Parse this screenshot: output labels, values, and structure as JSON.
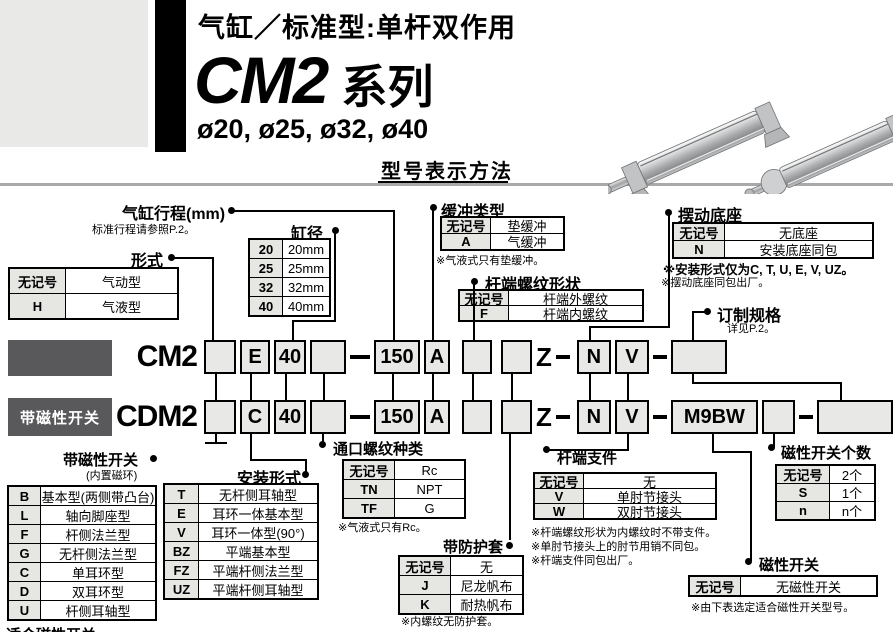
{
  "header": {
    "subtitle": "气缸／标准型:单杆双作用",
    "series_code": "CM2",
    "series_suffix": "系列",
    "bores": "ø20, ø25, ø32, ø40",
    "section_title": "型号表示方法"
  },
  "model_rows": {
    "cm2": {
      "name": "CM2",
      "segments": [
        {
          "t": "box",
          "v": "",
          "w": 32
        },
        {
          "t": "box",
          "v": "E",
          "w": 30
        },
        {
          "t": "box",
          "v": "40",
          "w": 32
        },
        {
          "t": "box",
          "v": "",
          "w": 36
        },
        {
          "t": "dash",
          "w": 20
        },
        {
          "t": "box",
          "v": "150",
          "w": 46
        },
        {
          "t": "box",
          "v": "A",
          "w": 26
        },
        {
          "t": "box",
          "v": "",
          "w": 30,
          "ml": 8
        },
        {
          "t": "box",
          "v": "",
          "w": 31,
          "ml": 5
        },
        {
          "t": "text",
          "v": "Z"
        },
        {
          "t": "dash",
          "w": 14
        },
        {
          "t": "box",
          "v": "N",
          "w": 34,
          "ml": 3
        },
        {
          "t": "box",
          "v": "V",
          "w": 34
        },
        {
          "t": "dash",
          "w": 14
        },
        {
          "t": "box",
          "v": "",
          "w": 56
        }
      ]
    },
    "cdm2": {
      "tag": "带磁性开关",
      "name": "CDM2",
      "segments": [
        {
          "t": "box",
          "v": "",
          "w": 32
        },
        {
          "t": "box",
          "v": "C",
          "w": 30
        },
        {
          "t": "box",
          "v": "40",
          "w": 32
        },
        {
          "t": "box",
          "v": "",
          "w": 36
        },
        {
          "t": "dash",
          "w": 20
        },
        {
          "t": "box",
          "v": "150",
          "w": 46
        },
        {
          "t": "box",
          "v": "A",
          "w": 26
        },
        {
          "t": "box",
          "v": "",
          "w": 30,
          "ml": 8
        },
        {
          "t": "box",
          "v": "",
          "w": 31,
          "ml": 5
        },
        {
          "t": "text",
          "v": "Z"
        },
        {
          "t": "dash",
          "w": 14
        },
        {
          "t": "box",
          "v": "N",
          "w": 34,
          "ml": 3
        },
        {
          "t": "box",
          "v": "V",
          "w": 34
        },
        {
          "t": "dash",
          "w": 14
        },
        {
          "t": "box",
          "v": "M9BW",
          "w": 87
        },
        {
          "t": "box",
          "v": "",
          "w": 33
        },
        {
          "t": "dash",
          "w": 14
        },
        {
          "t": "box",
          "v": "",
          "w": 76
        }
      ]
    }
  },
  "tables": {
    "stroke": {
      "title": "气缸行程(mm)",
      "note": "标准行程请参照P.2。"
    },
    "type": {
      "title": "形式",
      "rows": [
        [
          "无记号",
          "气动型"
        ],
        [
          "H",
          "气液型"
        ]
      ]
    },
    "bore": {
      "title": "缸径",
      "rows": [
        [
          "20",
          "20mm"
        ],
        [
          "25",
          "25mm"
        ],
        [
          "32",
          "32mm"
        ],
        [
          "40",
          "40mm"
        ]
      ]
    },
    "cushion": {
      "title": "缓冲类型",
      "rows": [
        [
          "无记号",
          "垫缓冲"
        ],
        [
          "A",
          "气缓冲"
        ]
      ],
      "note": "※气液式只有垫缓冲。"
    },
    "rod_thread": {
      "title": "杆端螺纹形状",
      "rows": [
        [
          "无记号",
          "杆端外螺纹"
        ],
        [
          "F",
          "杆端内螺纹"
        ]
      ]
    },
    "pivot_base": {
      "title": "摆动底座",
      "rows": [
        [
          "无记号",
          "无底座"
        ],
        [
          "N",
          "安装底座同包"
        ]
      ],
      "notes": [
        "※安装形式仅为C, T, U, E, V, UZ。",
        "※摆动底座同包出厂。"
      ]
    },
    "made_to_order": {
      "title": "订制规格",
      "note": "详见P.2。"
    },
    "auto_switch_flag": {
      "title": "带磁性开关",
      "sub": "(内置磁环)"
    },
    "mounting": {
      "title": "安装形式",
      "left_rows": [
        [
          "B",
          "基本型(两侧带凸台)"
        ],
        [
          "L",
          "轴向脚座型"
        ],
        [
          "F",
          "杆侧法兰型"
        ],
        [
          "G",
          "无杆侧法兰型"
        ],
        [
          "C",
          "单耳环型"
        ],
        [
          "D",
          "双耳环型"
        ],
        [
          "U",
          "杆侧耳轴型"
        ]
      ],
      "right_rows": [
        [
          "T",
          "无杆侧耳轴型"
        ],
        [
          "E",
          "耳环一体基本型"
        ],
        [
          "V",
          "耳环一体型(90°)"
        ],
        [
          "BZ",
          "平端基本型"
        ],
        [
          "FZ",
          "平端杆侧法兰型"
        ],
        [
          "UZ",
          "平端杆侧耳轴型"
        ]
      ]
    },
    "port_thread": {
      "title": "通口螺纹种类",
      "rows": [
        [
          "无记号",
          "Rc"
        ],
        [
          "TN",
          "NPT"
        ],
        [
          "TF",
          "G"
        ]
      ],
      "note": "※气液式只有Rc。"
    },
    "boot": {
      "title": "带防护套",
      "rows": [
        [
          "无记号",
          "无"
        ],
        [
          "J",
          "尼龙帆布"
        ],
        [
          "K",
          "耐热帆布"
        ]
      ],
      "note": "※内螺纹无防护套。"
    },
    "rod_end_bracket": {
      "title": "杆端支件",
      "rows": [
        [
          "无记号",
          "无"
        ],
        [
          "V",
          "单肘节接头"
        ],
        [
          "W",
          "双肘节接头"
        ]
      ],
      "notes": [
        "※杆端螺纹形状为内螺纹时不带支件。",
        "※单肘节接头上的肘节用销不同包。",
        "※杆端支件同包出厂。"
      ]
    },
    "switch_qty": {
      "title": "磁性开关个数",
      "rows": [
        [
          "无记号",
          "2个"
        ],
        [
          "S",
          "1个"
        ],
        [
          "n",
          "n个"
        ]
      ]
    },
    "auto_switch": {
      "title": "磁性开关",
      "rows": [
        [
          "无记号",
          "无磁性开关"
        ]
      ],
      "note": "※由下表选定适合磁性开关型号。"
    }
  },
  "footer_partial": "适合磁性开关"
}
